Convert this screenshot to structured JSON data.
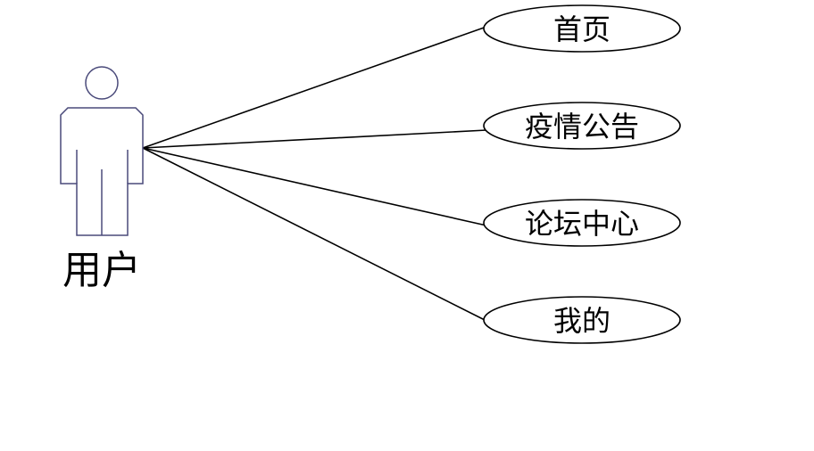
{
  "actor": {
    "label": "用户",
    "icon": "person-icon",
    "stroke_color": "#4a4a7a"
  },
  "use_cases": [
    {
      "label": "首页"
    },
    {
      "label": "疫情公告"
    },
    {
      "label": "论坛中心"
    },
    {
      "label": "我的"
    }
  ]
}
